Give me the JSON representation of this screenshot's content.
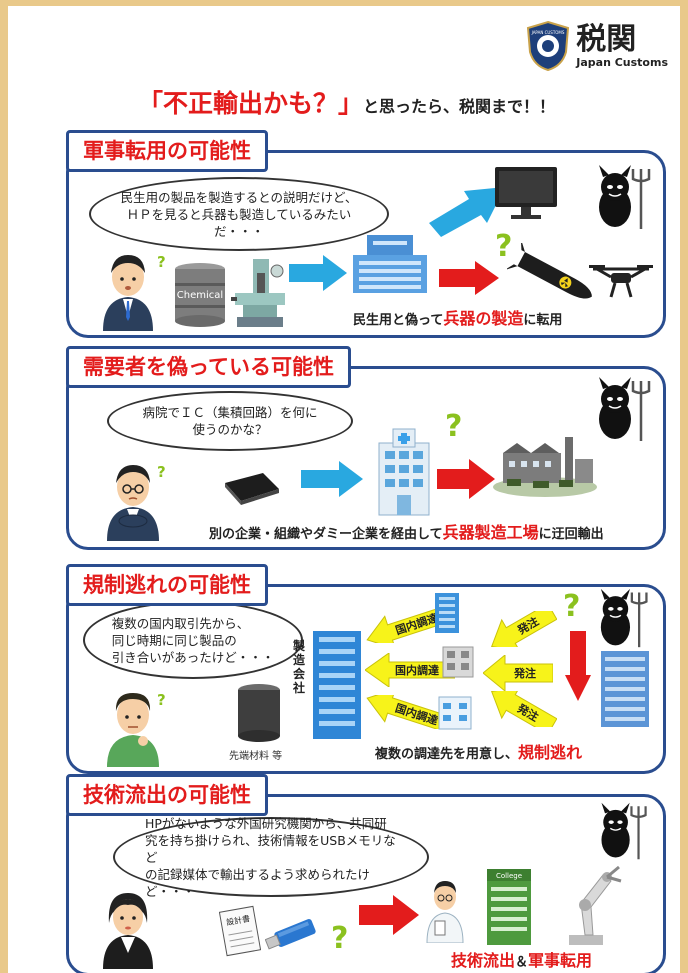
{
  "header": {
    "logo_kanji": "税関",
    "logo_english": "Japan Customs",
    "logo_badge_text": "JAPAN CUSTOMS"
  },
  "slogan": {
    "highlight": "「不正輸出かも？」",
    "rest": "と思ったら、税関まで！！"
  },
  "colors": {
    "accent_red": "#e31c1c",
    "frame_blue": "#2a4d8f",
    "arrow_blue": "#29a8e0",
    "arrow_yellow": "#f7f31a",
    "question_green": "#8bc11f",
    "background": "#e9c98a"
  },
  "sections": [
    {
      "title": "軍事転用の可能性",
      "bubble": [
        "民生用の製品を製造するとの説明だけど、",
        "ＨＰを見ると兵器も製造しているみたいだ・・・"
      ],
      "drum_label": "Chemical",
      "caption_pre": "民生用と偽って",
      "caption_highlight": "兵器の製造",
      "caption_post": "に転用",
      "icons": [
        "businessman-icon",
        "chemical-drum-icon",
        "machine-tool-icon",
        "factory-building-icon",
        "monitor-icon",
        "missile-icon",
        "drone-icon",
        "devil-icon"
      ]
    },
    {
      "title": "需要者を偽っている可能性",
      "bubble": [
        "病院でＩＣ（集積回路）を何に",
        "使うのかな？"
      ],
      "caption_pre": "別の企業・組織やダミー企業を経由して",
      "caption_highlight": "兵器製造工場",
      "caption_post": "に迂回輸出",
      "icons": [
        "worried-man-icon",
        "ic-chip-icon",
        "hospital-icon",
        "weapons-factory-icon",
        "devil-icon"
      ]
    },
    {
      "title": "規制逃れの可能性",
      "bubble": [
        "複数の国内取引先から、",
        "同じ時期に同じ製品の",
        "引き合いがあったけど・・・"
      ],
      "material_label": "先端材料 等",
      "maker_label": "製造会社",
      "domestic_label": "国内調達",
      "order_label": "発注",
      "caption_pre": "複数の調達先を用意し、",
      "caption_highlight": "規制逃れ",
      "caption_post": "",
      "icons": [
        "thinking-man-icon",
        "material-cylinder-icon",
        "manufacturer-building-icon",
        "office-building-icon",
        "devil-icon"
      ]
    },
    {
      "title": "技術流出の可能性",
      "bubble": [
        "HPがないような外国研究機関から、共同研",
        "究を持ち掛けられ、技術情報をUSBメモリなど",
        "の記録媒体で輸出するよう求められたけど・・・"
      ],
      "document_label": "設計書",
      "college_label": "College",
      "caption_pre": "",
      "caption_highlight": "技術流出",
      "caption_amp": "＆",
      "caption_highlight2": "軍事転用",
      "icons": [
        "businesswoman-icon",
        "design-document-icon",
        "usb-memory-icon",
        "researcher-icon",
        "college-building-icon",
        "robot-arm-icon",
        "devil-icon"
      ]
    }
  ]
}
